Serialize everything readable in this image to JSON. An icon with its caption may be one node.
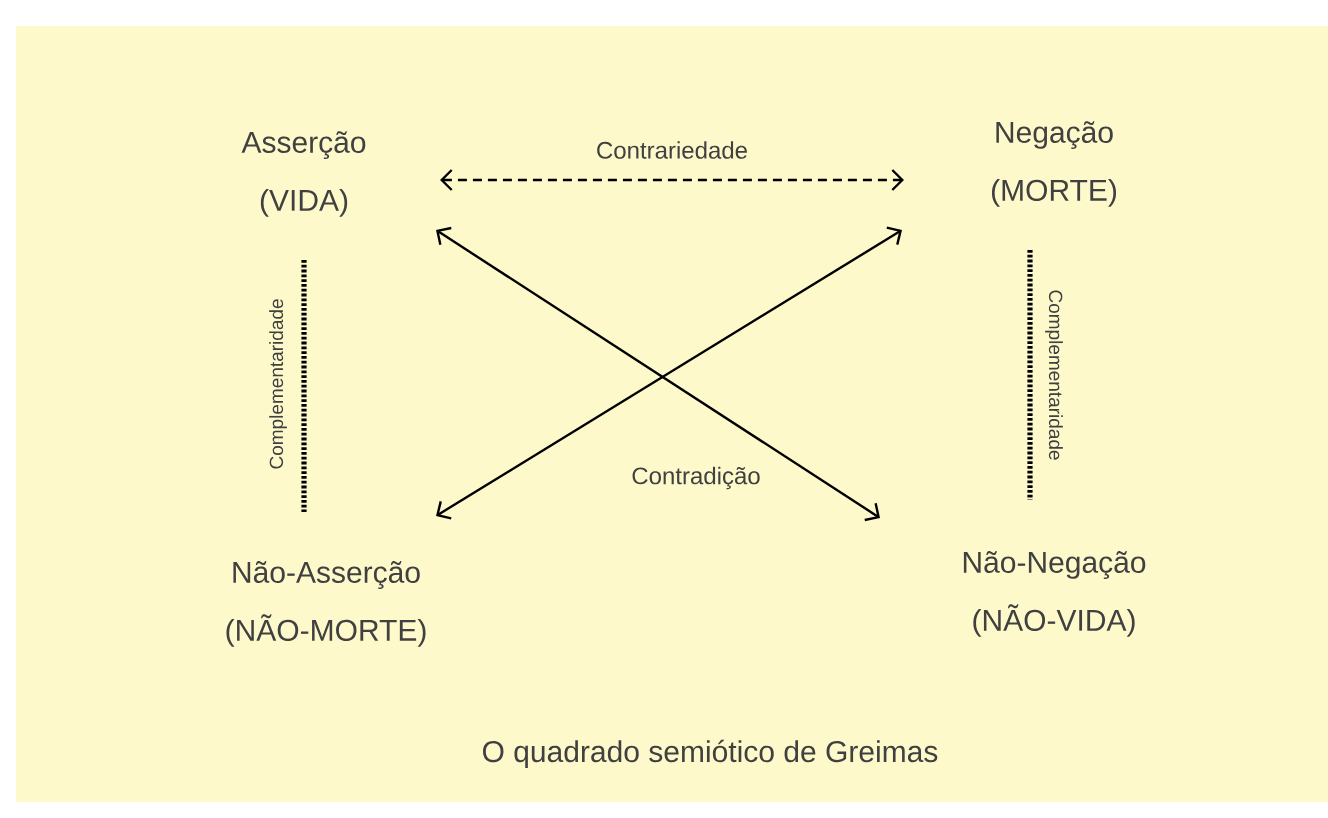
{
  "diagram": {
    "caption": "O quadrado semiótico de Greimas",
    "nodes": [
      {
        "text": [
          "Asserção (VIDA)"
        ]
      },
      {
        "text": [
          "Negação (MORTE)"
        ]
      },
      {
        "text": [
          "Não-Asserção (NÃO-MORTE)"
        ]
      },
      {
        "text": [
          "Não-Negação (NÃO-VIDA)"
        ]
      }
    ],
    "edges": [
      {
        "from": 0,
        "to": 1,
        "arrow": "both",
        "style": "dashed",
        "label": "Contrariedade"
      },
      {
        "from": 0,
        "to": 2,
        "arrow": "none",
        "style": "dashed",
        "label": "Complementaridade"
      },
      {
        "from": 1,
        "to": 3,
        "arrow": "none",
        "style": "dashed",
        "label": "Complementaridade"
      },
      {
        "from": 0,
        "to": 3,
        "arrow": "both"
      },
      {
        "from": 1,
        "to": 2,
        "arrow": "both"
      }
    ],
    "labels": [
      "Contradição"
    ]
  }
}
